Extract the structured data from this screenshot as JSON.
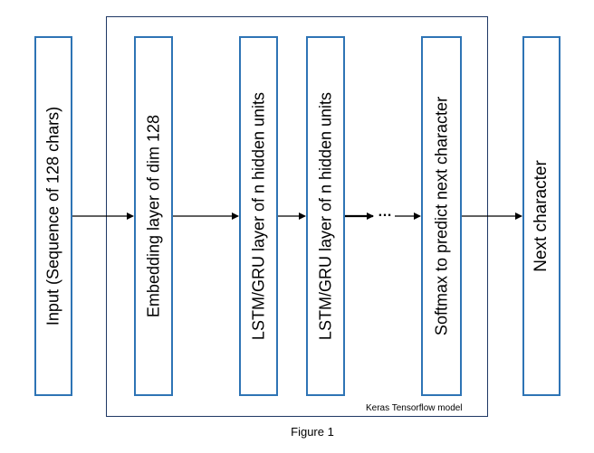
{
  "diagram": {
    "container_label": "Keras Tensorflow model",
    "layers": [
      {
        "id": "input",
        "label": "Input (Sequence of 128 chars)"
      },
      {
        "id": "embedding",
        "label": "Embedding layer of dim 128"
      },
      {
        "id": "lstm1",
        "label": "LSTM/GRU layer of n hidden units"
      },
      {
        "id": "lstm2",
        "label": "LSTM/GRU layer of n hidden units"
      },
      {
        "id": "softmax",
        "label": "Softmax to predict next character"
      },
      {
        "id": "output",
        "label": "Next character"
      }
    ],
    "ellipsis": "…",
    "caption": "Figure 1",
    "colors": {
      "layer_border": "#2e74b5",
      "container_border": "#1f3864",
      "arrow": "#000000"
    }
  }
}
